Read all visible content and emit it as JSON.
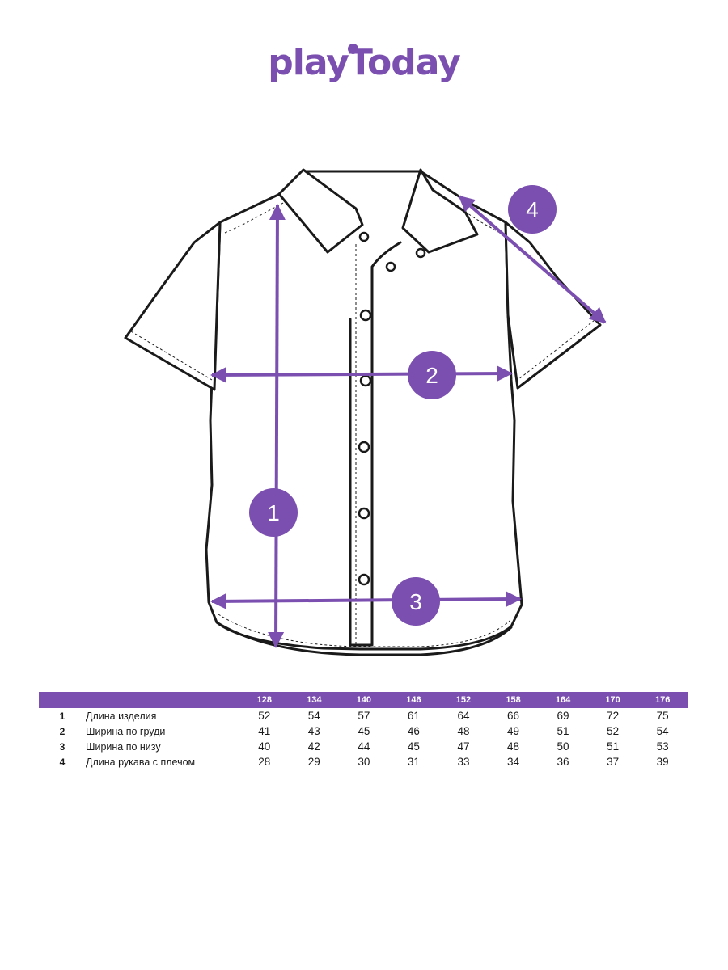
{
  "brand": {
    "logo_text": "playToday"
  },
  "colors": {
    "accent": "#7b4fb0",
    "outline": "#1a1a1a"
  },
  "markers": [
    {
      "num": "1",
      "icon": "vertical-arrow-icon"
    },
    {
      "num": "2",
      "icon": "horizontal-arrow-icon"
    },
    {
      "num": "3",
      "icon": "horizontal-arrow-icon"
    },
    {
      "num": "4",
      "icon": "diagonal-arrow-icon"
    }
  ],
  "size_table": {
    "sizes": [
      "128",
      "134",
      "140",
      "146",
      "152",
      "158",
      "164",
      "170",
      "176"
    ],
    "rows": [
      {
        "num": "1",
        "label": "Длина изделия",
        "values": [
          "52",
          "54",
          "57",
          "61",
          "64",
          "66",
          "69",
          "72",
          "75"
        ]
      },
      {
        "num": "2",
        "label": "Ширина по груди",
        "values": [
          "41",
          "43",
          "45",
          "46",
          "48",
          "49",
          "51",
          "52",
          "54"
        ]
      },
      {
        "num": "3",
        "label": "Ширина по низу",
        "values": [
          "40",
          "42",
          "44",
          "45",
          "47",
          "48",
          "50",
          "51",
          "53"
        ]
      },
      {
        "num": "4",
        "label": "Длина рукава с плечом",
        "values": [
          "28",
          "29",
          "30",
          "31",
          "33",
          "34",
          "36",
          "37",
          "39"
        ]
      }
    ]
  }
}
